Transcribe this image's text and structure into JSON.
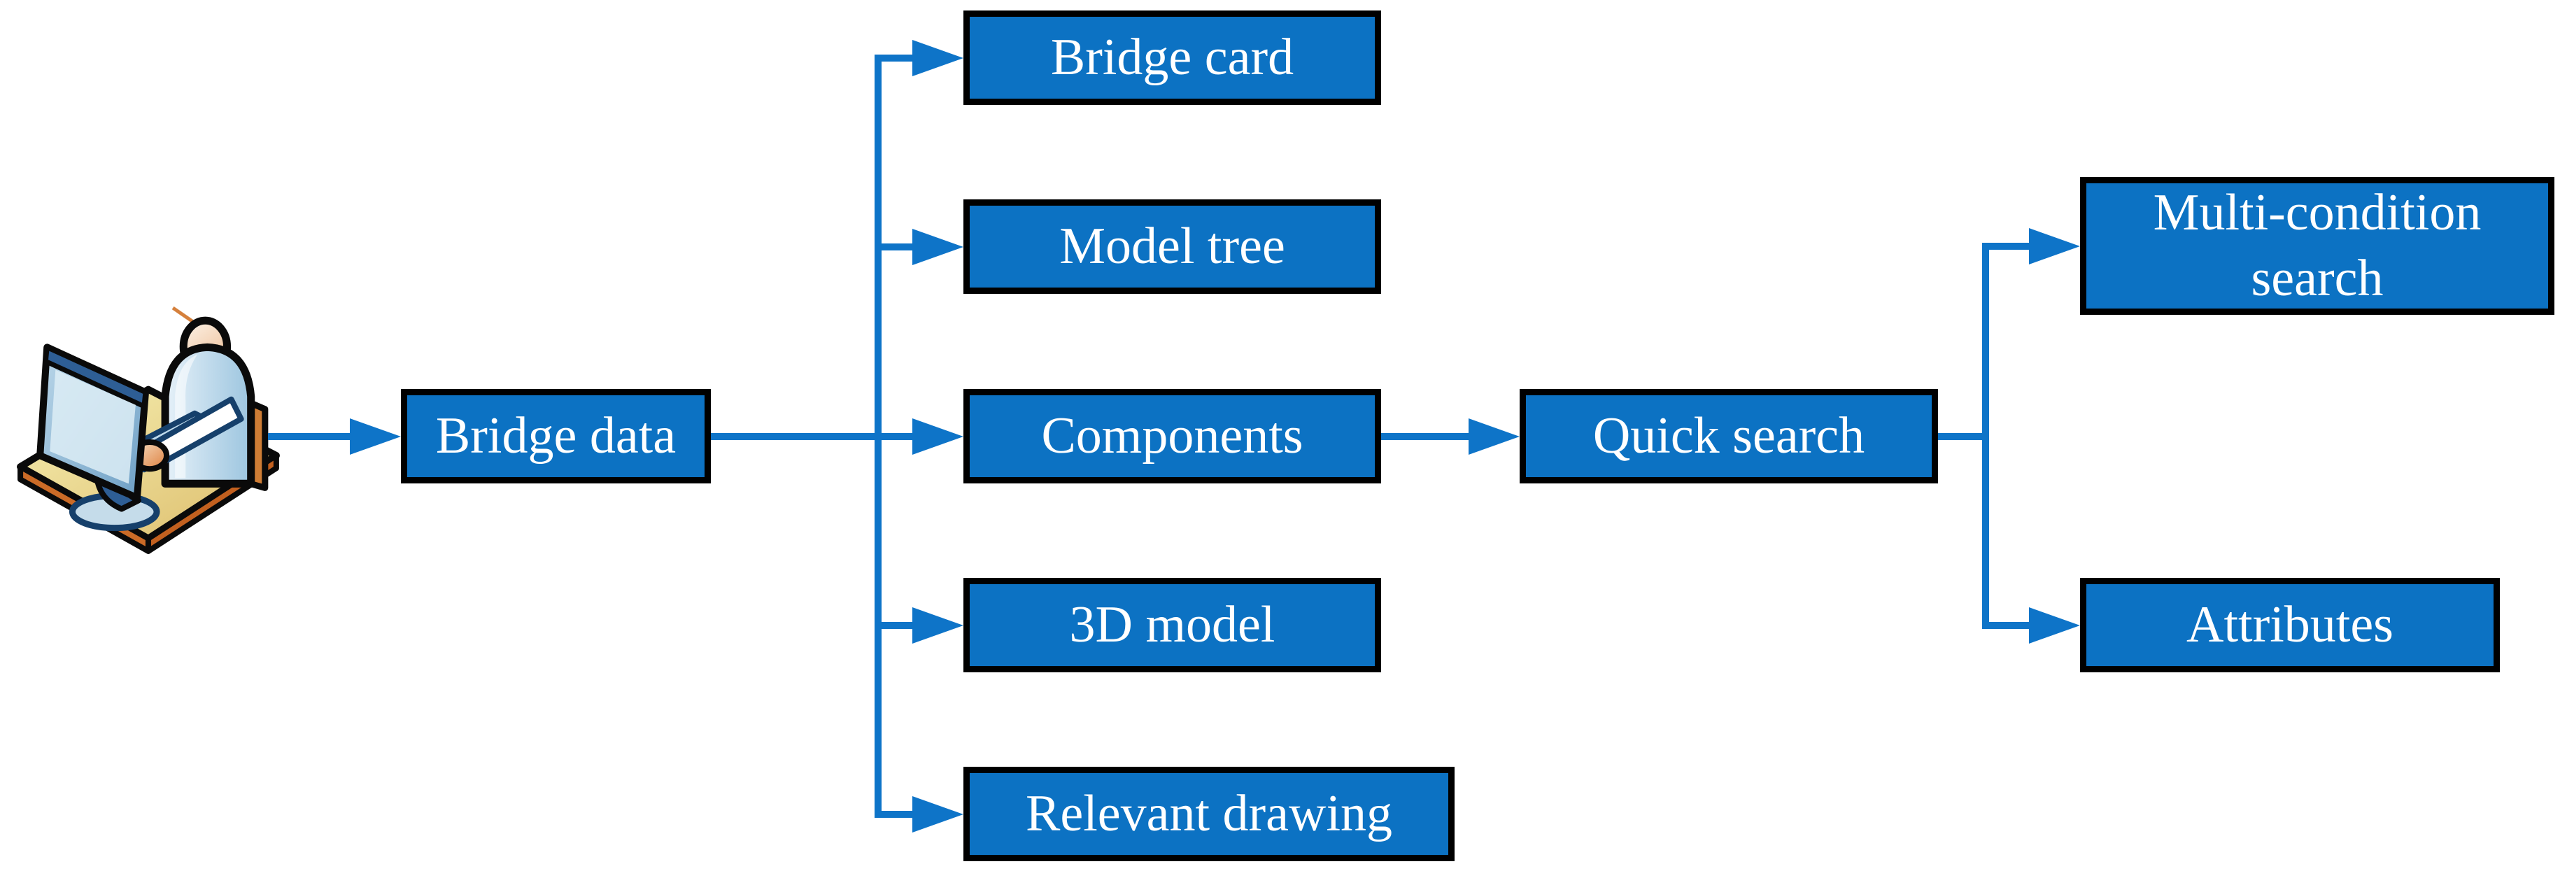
{
  "figure": {
    "type": "flowchart",
    "background": "#ffffff"
  },
  "colors": {
    "node_fill": "#0c72c3",
    "node_border": "#000000",
    "node_text": "#ffffff",
    "connector": "#0e74c8"
  },
  "icons": {
    "user": "person-at-computer-icon"
  },
  "nodes": {
    "bridge_data": {
      "label": "Bridge data"
    },
    "bridge_card": {
      "label": "Bridge card"
    },
    "model_tree": {
      "label": "Model tree"
    },
    "components": {
      "label": "Components"
    },
    "model_3d": {
      "label": "3D model"
    },
    "relevant_drawing": {
      "label": "Relevant drawing"
    },
    "quick_search": {
      "label": "Quick search"
    },
    "multi_condition_search": {
      "label": "Multi-condition search"
    },
    "attributes": {
      "label": "Attributes"
    }
  },
  "edges": [
    {
      "from": "user",
      "to": "bridge_data"
    },
    {
      "from": "bridge_data",
      "to": "bridge_card"
    },
    {
      "from": "bridge_data",
      "to": "model_tree"
    },
    {
      "from": "bridge_data",
      "to": "components"
    },
    {
      "from": "bridge_data",
      "to": "model_3d"
    },
    {
      "from": "bridge_data",
      "to": "relevant_drawing"
    },
    {
      "from": "components",
      "to": "quick_search"
    },
    {
      "from": "quick_search",
      "to": "multi_condition_search"
    },
    {
      "from": "quick_search",
      "to": "attributes"
    }
  ]
}
